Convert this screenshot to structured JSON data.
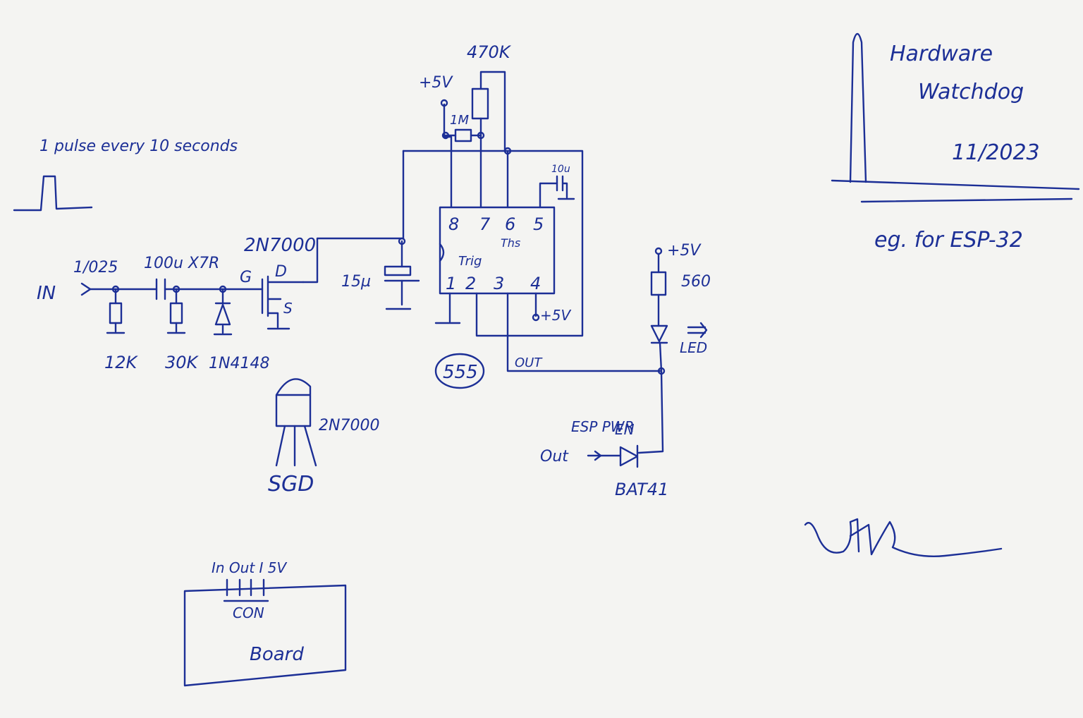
{
  "title": {
    "line1": "Hardware",
    "line2": "Watchdog",
    "date": "11/2023",
    "subtitle": "eg. for ESP-32"
  },
  "input_section": {
    "pulse_note": "1 pulse every 10 seconds",
    "in_label": "IN",
    "vin_label": "1/025",
    "cap_label": "100u X7R",
    "mosfet_label": "2N7000",
    "gate_label": "G",
    "drain_label": "D",
    "source_label": "S",
    "r1_label": "12K",
    "r2_label": "30K",
    "diode_label": "1N4148"
  },
  "timer_section": {
    "vcc_label": "+5V",
    "r_top_label": "470K",
    "r_mid_label": "1M",
    "cap_label": "10u",
    "timing_cap_label": "15µ",
    "pins_top": [
      "8",
      "7",
      "6",
      "5"
    ],
    "pins_bottom": [
      "1",
      "2",
      "3",
      "4"
    ],
    "pin_note_ths": "Ths",
    "pin_note_trig": "Trig",
    "pin4_label": "+5V",
    "chip_label": "555",
    "out_label": "OUT"
  },
  "output_section": {
    "vcc_label": "+5V",
    "resistor_label": "560",
    "led_label": "LED",
    "esp_label_1": "ESP PWR",
    "esp_label_2": "EN",
    "out_label": "Out",
    "diode_label": "BAT41"
  },
  "pinout_section": {
    "part_label": "2N7000",
    "pins_label": "SGD"
  },
  "board_section": {
    "connector_pins": "In Out I 5V",
    "connector_label": "CON",
    "board_label": "Board"
  },
  "signature": "signature"
}
